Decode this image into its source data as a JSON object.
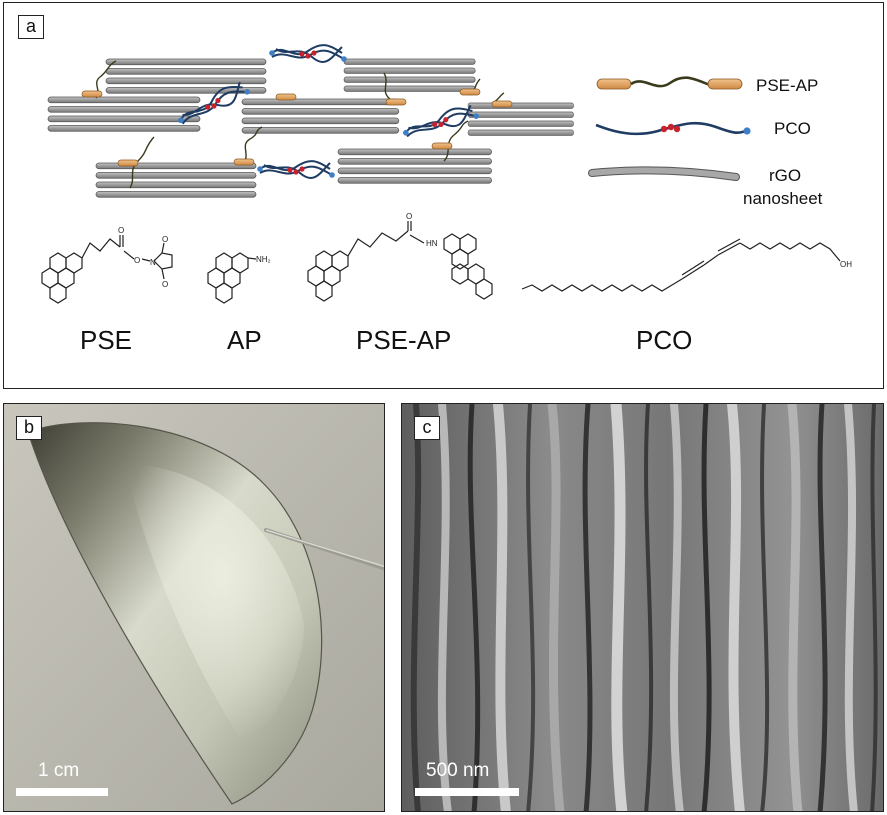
{
  "panel_a": {
    "label": "a",
    "legend": {
      "pse_ap": "PSE-AP",
      "pco": "PCO",
      "rgo_line1": "rGO",
      "rgo_line2": "nanosheet"
    },
    "molecules": {
      "pse": "PSE",
      "ap": "AP",
      "pse_ap": "PSE-AP",
      "pco": "PCO"
    },
    "atom_labels": {
      "o_carbonyl": "O",
      "o_ester": "O",
      "n_imide": "N",
      "o_imide_top": "O",
      "o_imide_bottom": "O",
      "nh2": "NH₂",
      "amide_o": "O",
      "amide_hn": "HN",
      "oh": "OH"
    },
    "colors": {
      "sheet": "#9a9a9a",
      "pse_ap_end": "#e0a25c",
      "pse_ap_linker": "#3b3a1c",
      "pco_chain": "#1f3c63",
      "pco_center": "#c8232c",
      "pco_end": "#3f7fc6"
    }
  },
  "panel_b": {
    "label": "b",
    "scale_text": "1 cm"
  },
  "panel_c": {
    "label": "c",
    "scale_text": "500 nm"
  }
}
